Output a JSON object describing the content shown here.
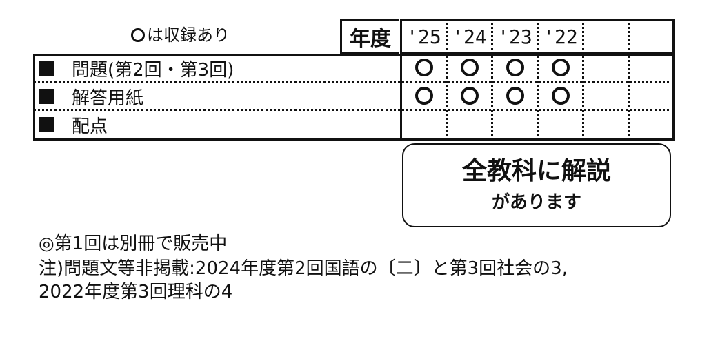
{
  "legend_text": "は収録あり",
  "header": {
    "year_label": "年度",
    "years": [
      "'25",
      "'24",
      "'23",
      "'22",
      "",
      ""
    ]
  },
  "rows": [
    {
      "label": "問題(第2回・第3回)",
      "marks": [
        true,
        true,
        true,
        true,
        false,
        false
      ]
    },
    {
      "label": "解答用紙",
      "marks": [
        true,
        true,
        true,
        true,
        false,
        false
      ]
    },
    {
      "label": "配点",
      "marks": [
        false,
        false,
        false,
        false,
        false,
        false
      ]
    }
  ],
  "callout": {
    "line1": "全教科に解説",
    "line2": "があります"
  },
  "notes": [
    "◎第1回は別冊で販売中",
    "注)問題文等非掲載:2024年度第2回国語の〔二〕と第3回社会の3,",
    "2022年度第3回理科の4"
  ]
}
